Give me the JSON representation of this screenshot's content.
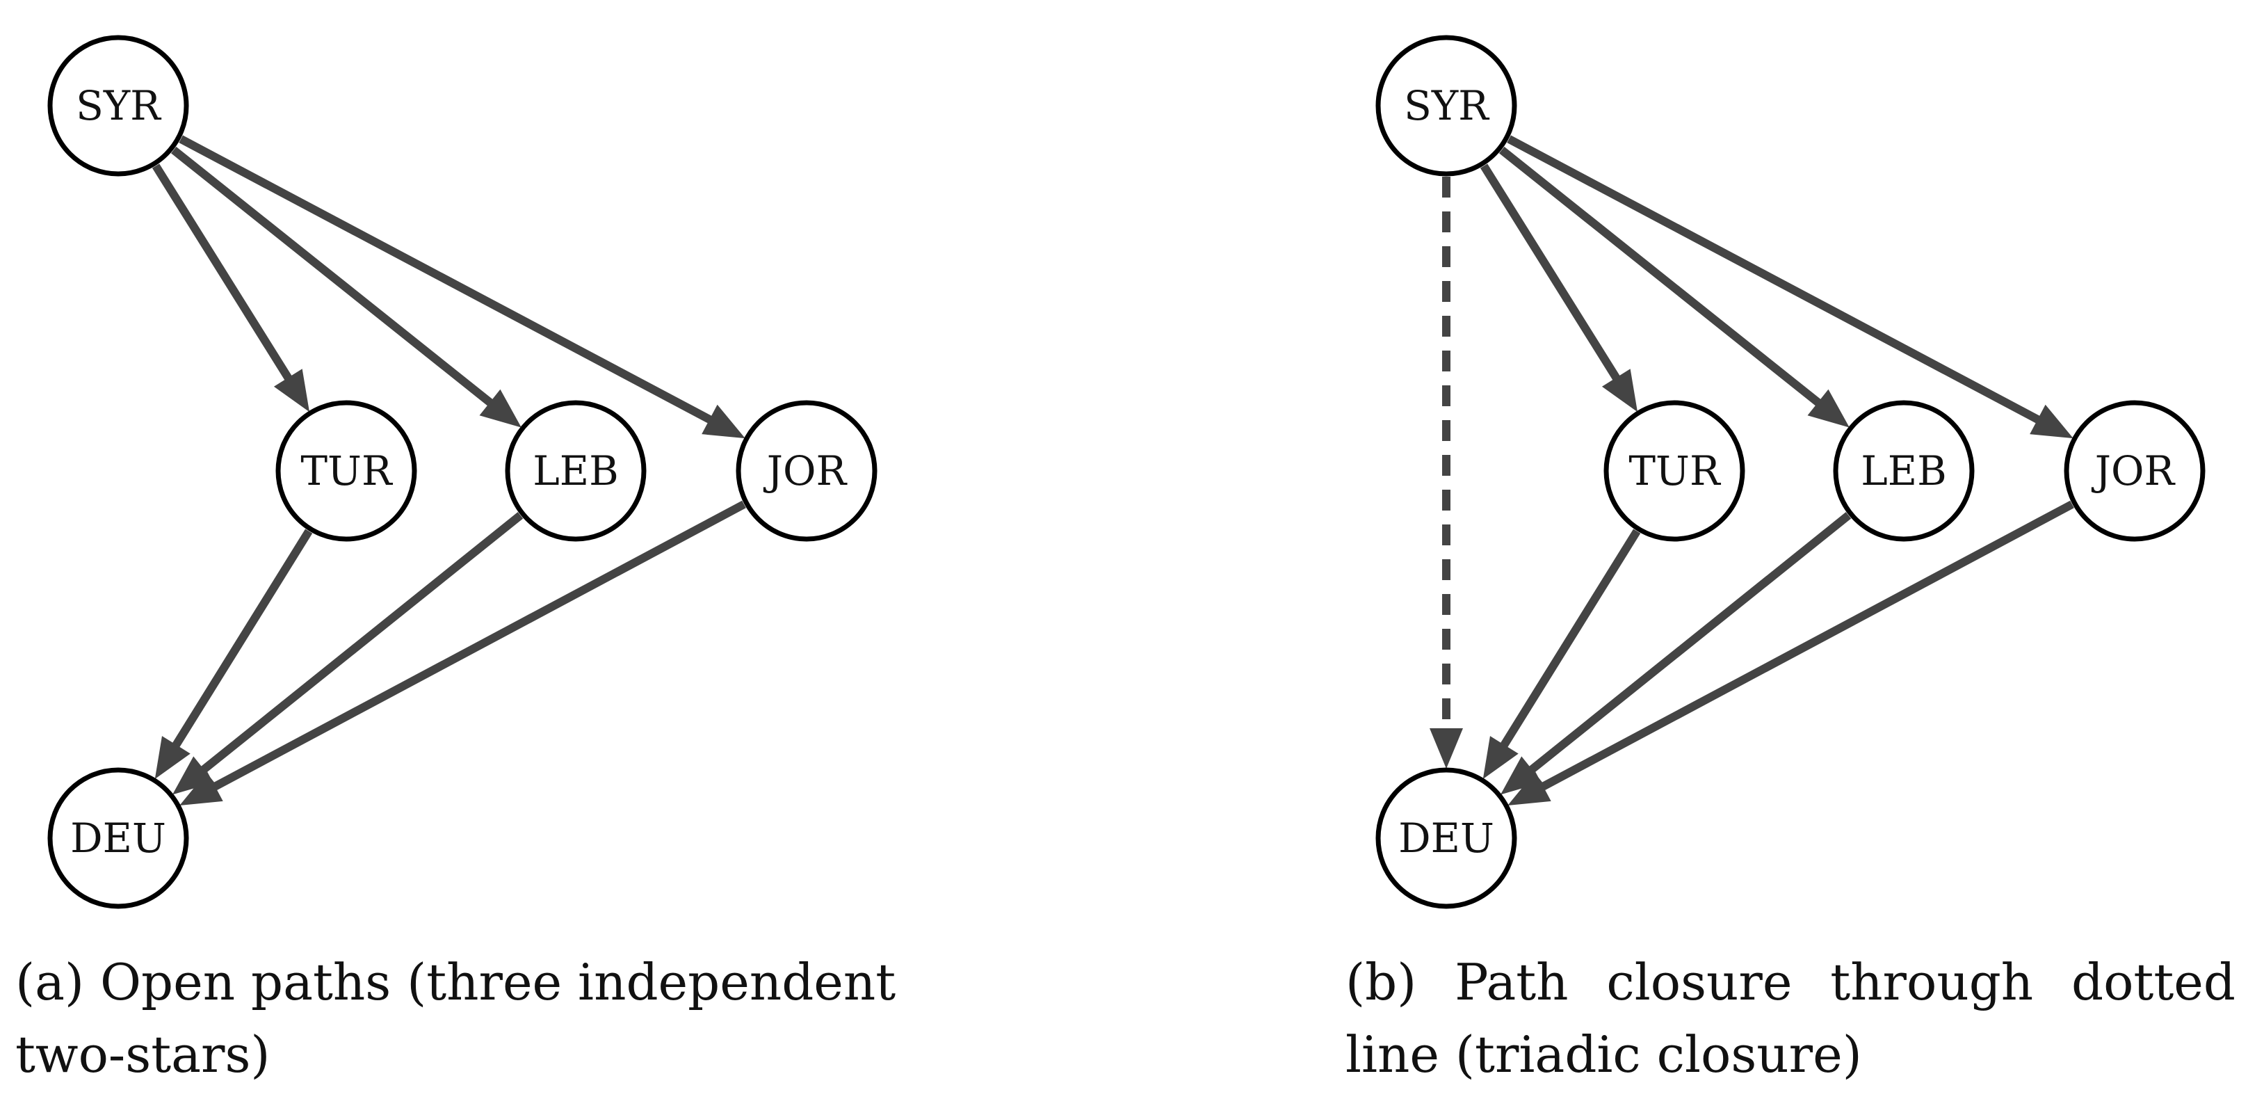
{
  "colors": {
    "edge": "#444444",
    "node_border": "#000000",
    "node_fill": "#ffffff",
    "text": "#111111"
  },
  "panels": [
    {
      "id": "a",
      "caption": "(a) Open paths (three independent two-stars)",
      "nodes": [
        {
          "id": "SYR",
          "label": "SYR"
        },
        {
          "id": "TUR",
          "label": "TUR"
        },
        {
          "id": "LEB",
          "label": "LEB"
        },
        {
          "id": "JOR",
          "label": "JOR"
        },
        {
          "id": "DEU",
          "label": "DEU"
        }
      ],
      "edges": [
        {
          "from": "SYR",
          "to": "TUR",
          "style": "solid"
        },
        {
          "from": "SYR",
          "to": "LEB",
          "style": "solid"
        },
        {
          "from": "SYR",
          "to": "JOR",
          "style": "solid"
        },
        {
          "from": "TUR",
          "to": "DEU",
          "style": "solid"
        },
        {
          "from": "LEB",
          "to": "DEU",
          "style": "solid"
        },
        {
          "from": "JOR",
          "to": "DEU",
          "style": "solid"
        }
      ]
    },
    {
      "id": "b",
      "caption": "(b) Path closure through dotted line (triadic closure)",
      "nodes": [
        {
          "id": "SYR",
          "label": "SYR"
        },
        {
          "id": "TUR",
          "label": "TUR"
        },
        {
          "id": "LEB",
          "label": "LEB"
        },
        {
          "id": "JOR",
          "label": "JOR"
        },
        {
          "id": "DEU",
          "label": "DEU"
        }
      ],
      "edges": [
        {
          "from": "SYR",
          "to": "TUR",
          "style": "solid"
        },
        {
          "from": "SYR",
          "to": "LEB",
          "style": "solid"
        },
        {
          "from": "SYR",
          "to": "JOR",
          "style": "solid"
        },
        {
          "from": "TUR",
          "to": "DEU",
          "style": "solid"
        },
        {
          "from": "LEB",
          "to": "DEU",
          "style": "solid"
        },
        {
          "from": "JOR",
          "to": "DEU",
          "style": "solid"
        },
        {
          "from": "SYR",
          "to": "DEU",
          "style": "dashed"
        }
      ]
    }
  ]
}
